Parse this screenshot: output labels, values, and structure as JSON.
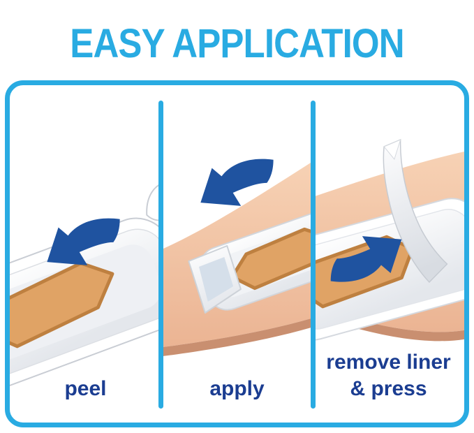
{
  "title": "EASY APPLICATION",
  "steps": [
    {
      "label": "peel",
      "arrow_icon": "curved-arrow-down-left-icon"
    },
    {
      "label": "apply",
      "arrow_icon": "curved-arrow-down-left-icon"
    },
    {
      "label": "remove liner & press",
      "arrow_icon": "curved-arrow-up-right-icon"
    }
  ],
  "colors": {
    "title_blue": "#29ABE2",
    "border_blue": "#29ABE2",
    "label_navy": "#1B3D91",
    "arrow_blue": "#1F53A0",
    "skin": "#F2C5A6",
    "skin_shadow": "#C98F70",
    "pad_tan": "#E0A365",
    "pad_edge": "#BE8040",
    "background": "#FFFFFF"
  }
}
